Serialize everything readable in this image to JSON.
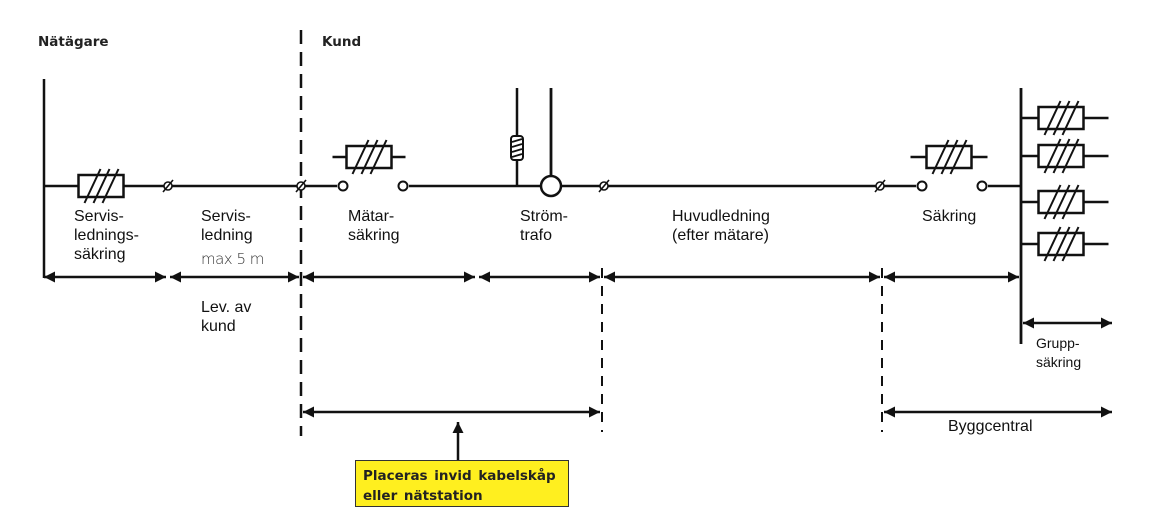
{
  "headers": {
    "left": "Nätägare",
    "right": "Kund"
  },
  "components": {
    "servis_ledningssakring": [
      "Servis-",
      "lednings-",
      "säkring"
    ],
    "servisledning": [
      "Servis-",
      "ledning"
    ],
    "servisledning_max": "max 5 m",
    "lev_av_kund": [
      "Lev. av",
      "kund"
    ],
    "matarsakring": [
      "Mätar-",
      "säkring"
    ],
    "stromtrafo": [
      "Ström-",
      "trafo"
    ],
    "huvudledning": [
      "Huvudledning",
      "(efter mätare)"
    ],
    "sakring": "Säkring",
    "gruppsakring": [
      "Grupp-",
      "säkring"
    ],
    "byggcentral": "Byggcentral"
  },
  "callout": {
    "lines": [
      "Placeras invid kabelskåp",
      "eller nätstation"
    ],
    "color": "#ffef1f"
  },
  "colors": {
    "line": "#111111"
  }
}
